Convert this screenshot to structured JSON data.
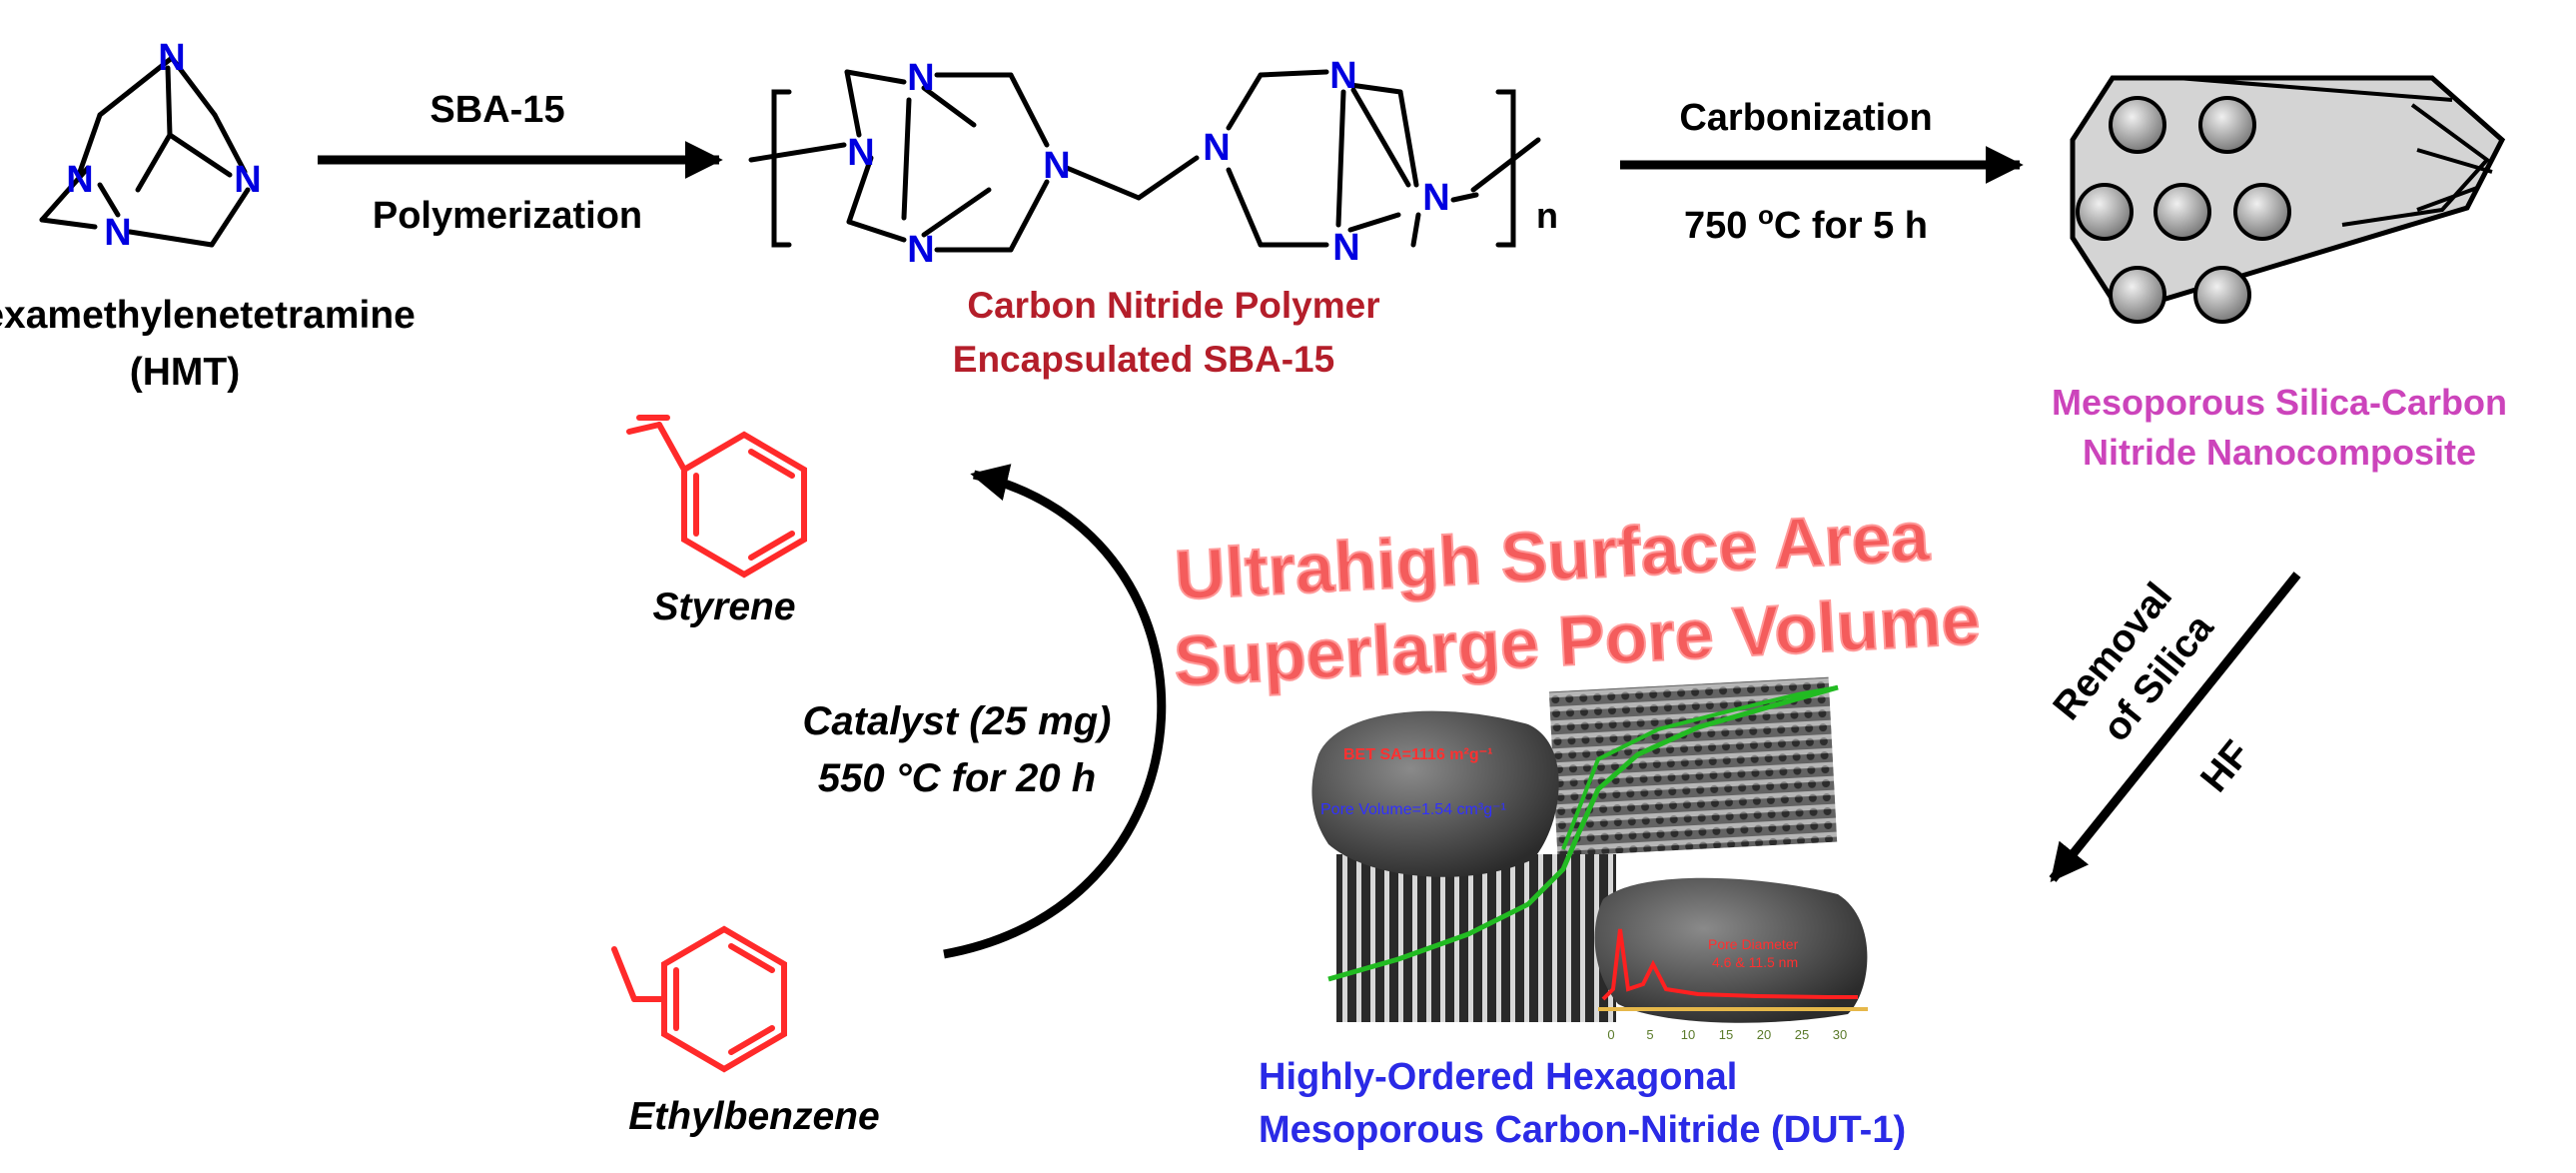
{
  "colors": {
    "bond": "#000000",
    "nitrogen": "#0000e0",
    "red_molecule": "#ff2a2a",
    "polymer_label": "#b41e2a",
    "nanocomposite_label": "#cc44bb",
    "product_label": "#2a2ae6",
    "wordart": "#f24040",
    "green_curve": "#22bb22"
  },
  "atom_symbol": "N",
  "polymer_subscript": "n",
  "hmt": {
    "name": "Hexamethylenetetramine",
    "abbr": "(HMT)"
  },
  "step1": {
    "reagent": "SBA-15",
    "process": "Polymerization"
  },
  "polymer": {
    "line1": "Carbon Nitride Polymer",
    "line2": "Encapsulated SBA-15"
  },
  "step2": {
    "process": "Carbonization",
    "condition_value": "750 ",
    "condition_unit": "C for 5 h",
    "degree_superscript": "o"
  },
  "nanocomposite": {
    "line1": "Mesoporous Silica-Carbon",
    "line2": "Nitride Nanocomposite"
  },
  "step3": {
    "line1": "Removal",
    "line2": "of Silica",
    "reagent": "HF"
  },
  "product": {
    "line1": "Highly-Ordered Hexagonal",
    "line2": "Mesoporous Carbon-Nitride (DUT-1)"
  },
  "wordart": {
    "line1": "Ultrahigh Surface Area",
    "line2": "Superlarge Pore Volume"
  },
  "catalysis": {
    "reactant": "Ethylbenzene",
    "product": "Styrene",
    "condition1": "Catalyst (25 mg)",
    "condition2": "550 °C for 20 h"
  },
  "tem_inset": {
    "bet": "BET SA=1116 m²g⁻¹",
    "pore_volume": "Pore Volume=1.54 cm³g⁻¹",
    "pore_diameter_title": "Pore Diameter",
    "pore_diameter_values": "4.6 & 11.5 nm",
    "axis_ticks": [
      "0",
      "5",
      "10",
      "15",
      "20",
      "25",
      "30"
    ]
  }
}
